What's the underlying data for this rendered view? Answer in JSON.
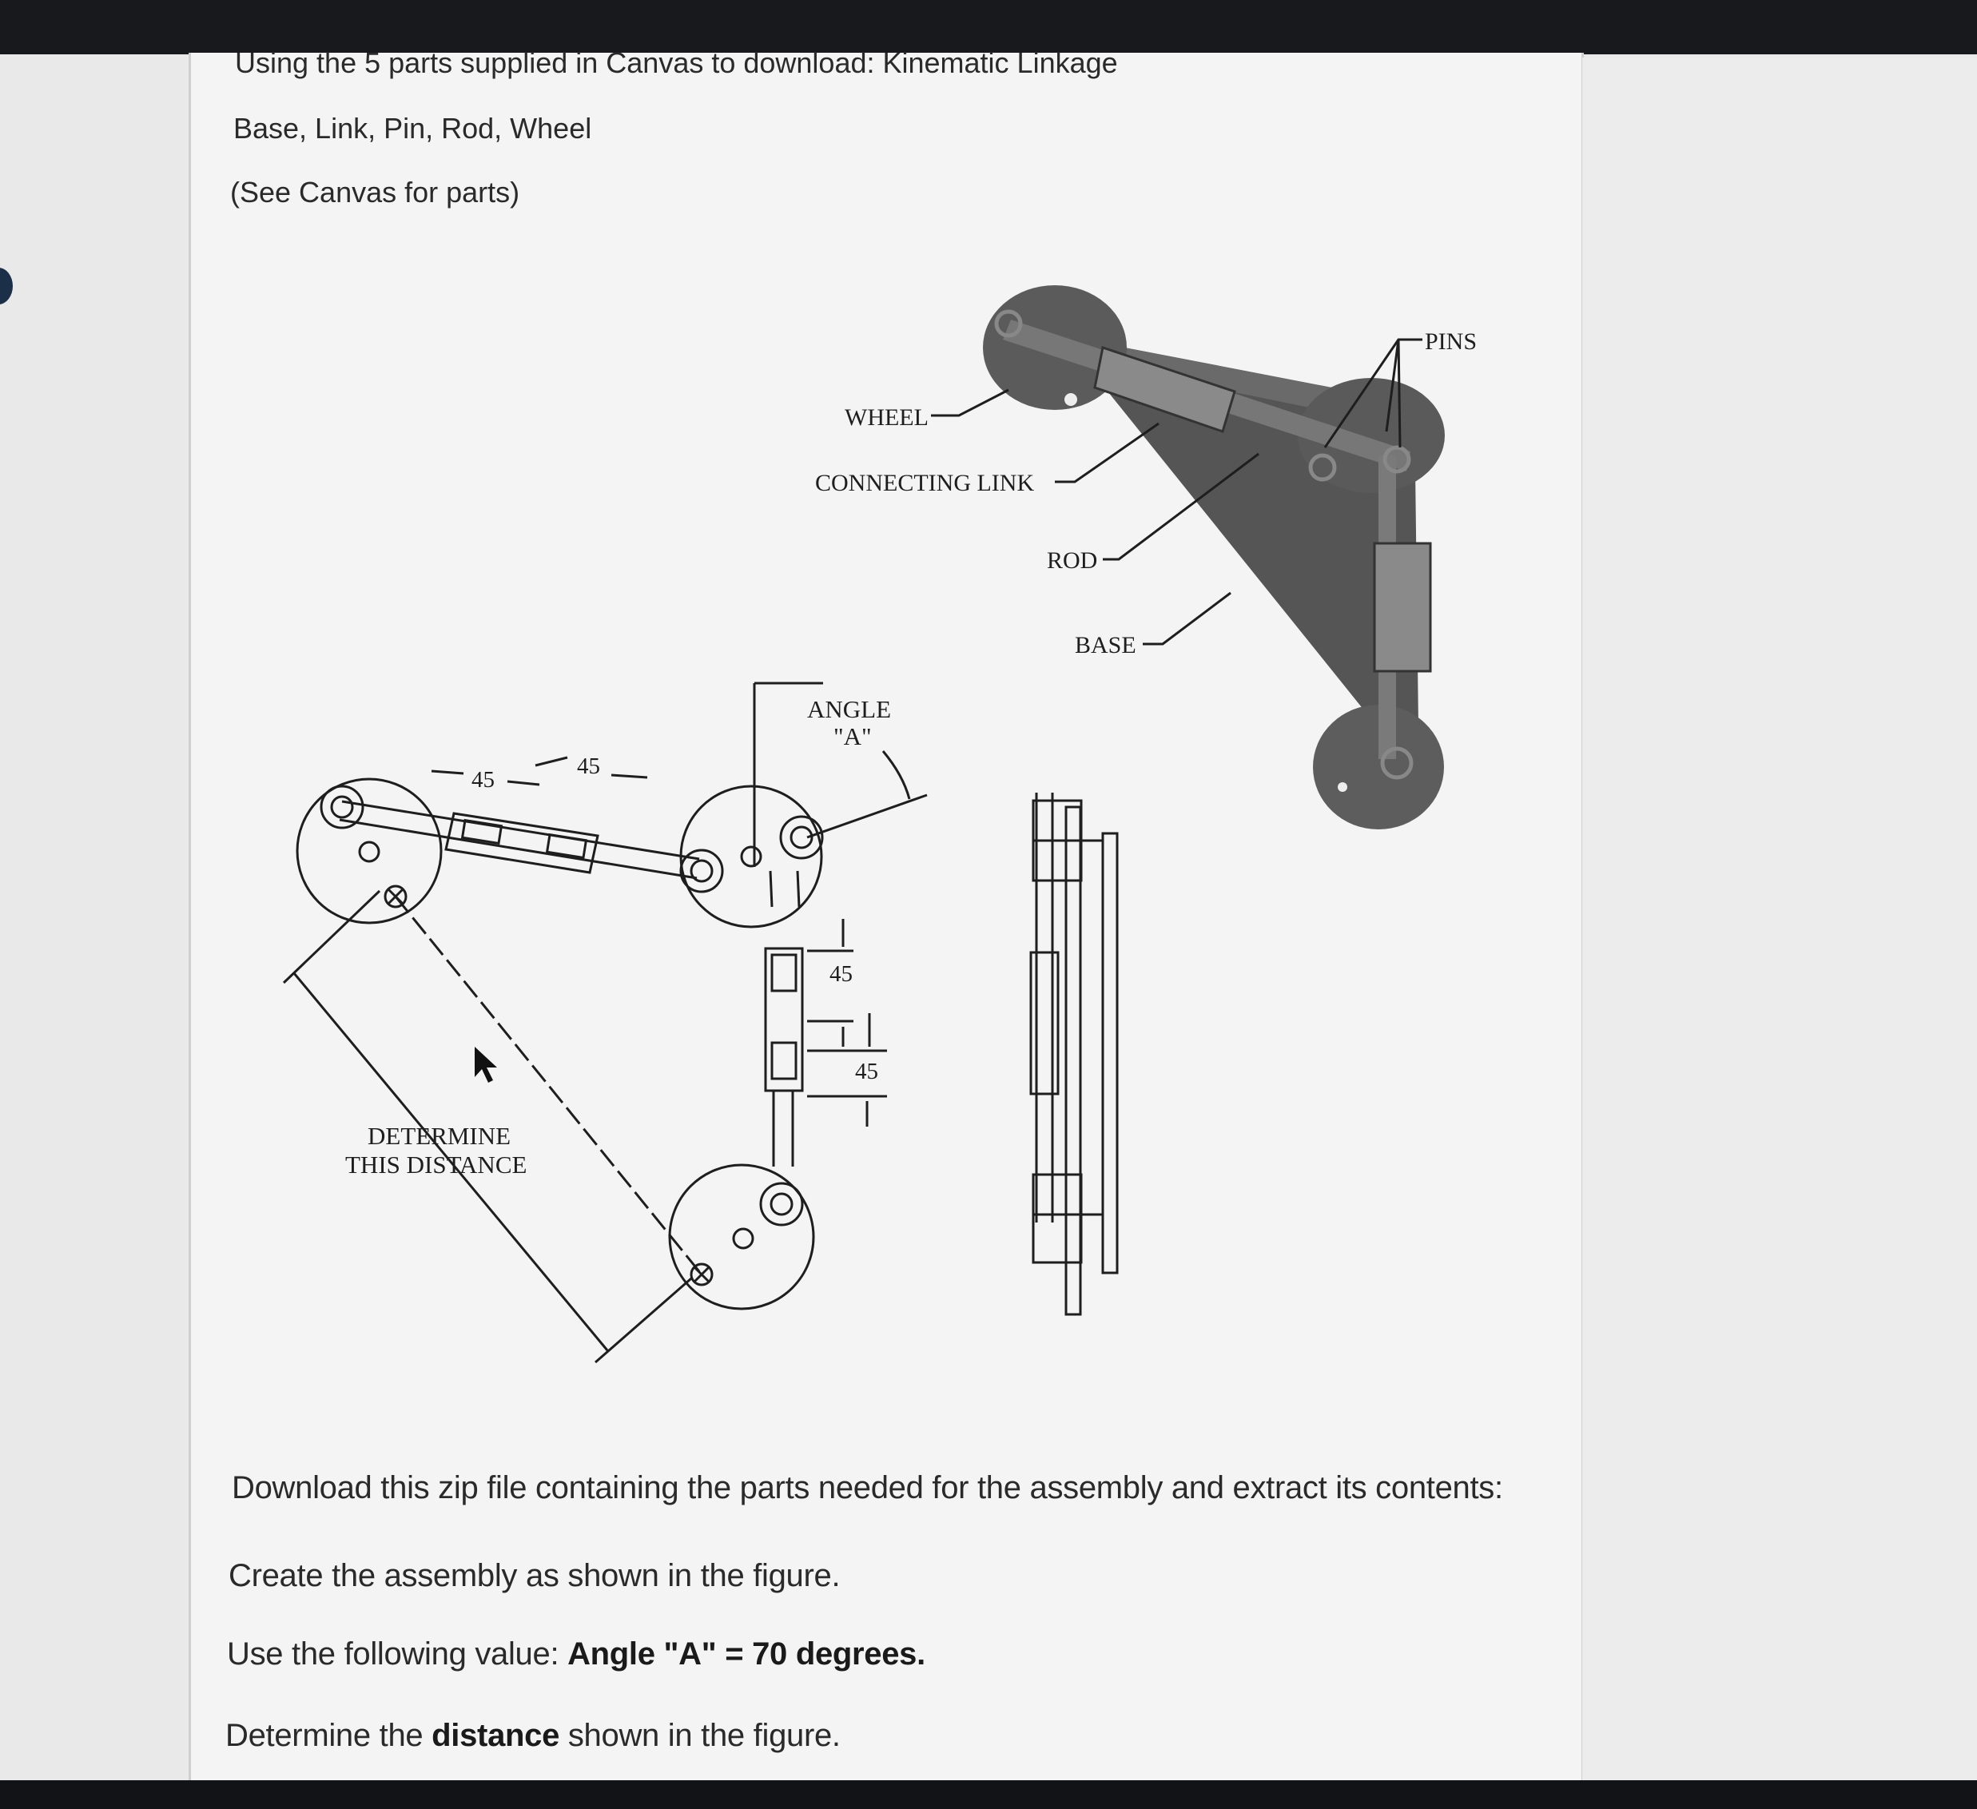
{
  "intro": {
    "line1": "Using the 5 parts supplied in Canvas to download:  Kinematic Linkage",
    "line2": "Base, Link, Pin, Rod, Wheel",
    "line3": "(See Canvas for parts)"
  },
  "figure": {
    "labels": {
      "wheel": "WHEEL",
      "connecting_link": "CONNECTING LINK",
      "rod": "ROD",
      "base": "BASE",
      "pins": "PINS",
      "angle_line1": "ANGLE",
      "angle_line2": "\"A\"",
      "determine_line1": "DETERMINE",
      "determine_line2": "THIS DISTANCE"
    },
    "dimensions": {
      "link_dim_1": "45",
      "link_dim_2": "45",
      "rod_dim_1": "45",
      "rod_dim_2": "45"
    }
  },
  "instructions": {
    "download": "Download this zip file containing the parts needed for the assembly and extract its contents:",
    "create": "Create the assembly as shown in the figure.",
    "value_prefix": "Use the following value: ",
    "value_bold": "Angle \"A\" = 70 degrees.",
    "determine_prefix": "Determine the ",
    "determine_bold": "distance",
    "determine_suffix": " shown in the figure."
  }
}
